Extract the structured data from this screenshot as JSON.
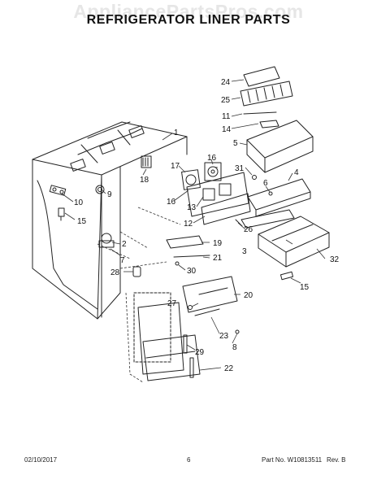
{
  "watermark": "AppliancePartsPros.com",
  "title": "REFRIGERATOR LINER PARTS",
  "callouts": [
    "1",
    "2",
    "3",
    "4",
    "5",
    "6",
    "7",
    "8",
    "9",
    "10",
    "11",
    "12",
    "13",
    "14",
    "15",
    "15",
    "16",
    "16",
    "17",
    "18",
    "19",
    "20",
    "21",
    "22",
    "23",
    "24",
    "25",
    "26",
    "27",
    "28",
    "29",
    "30",
    "31",
    "32"
  ],
  "footer": {
    "date": "02/10/2017",
    "page": "6",
    "part_no": "Part No. W10813511",
    "rev": "Rev. B"
  }
}
